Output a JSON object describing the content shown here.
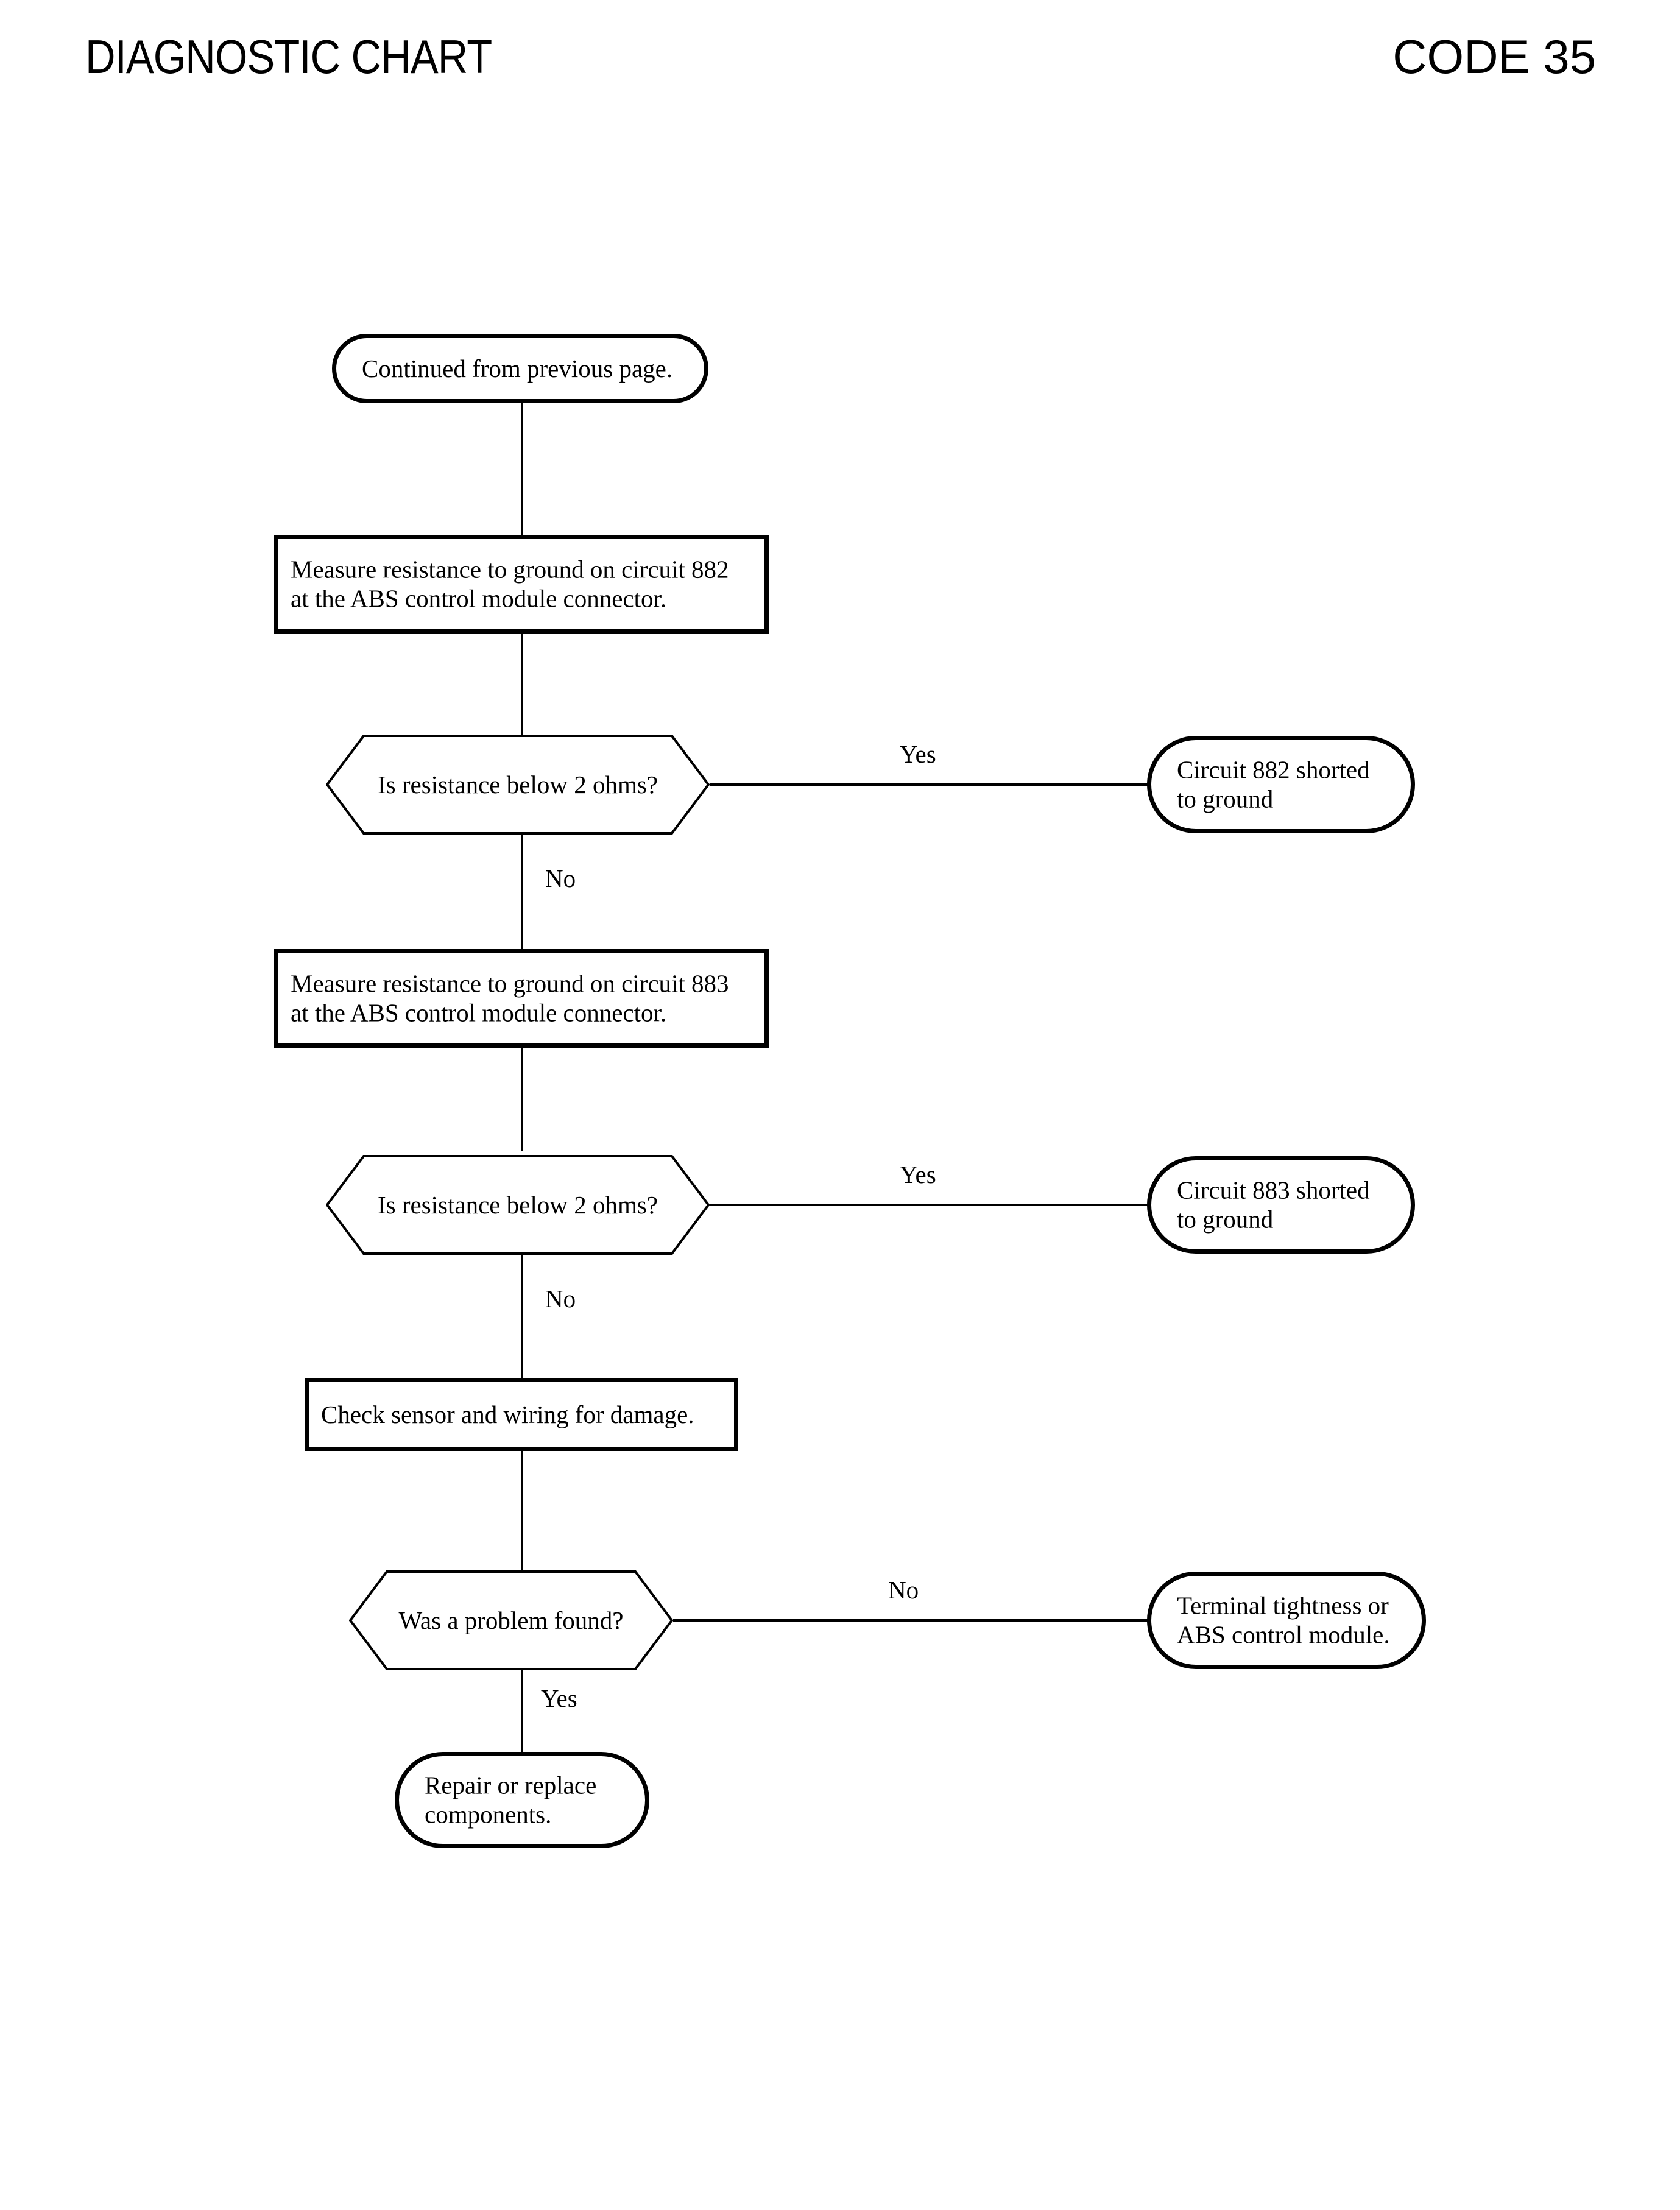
{
  "header": {
    "title": "DIAGNOSTIC CHART",
    "code": "CODE 35"
  },
  "chart_data": {
    "type": "flowchart",
    "title": "DIAGNOSTIC CHART",
    "code": "CODE 35",
    "orientation": "top-to-bottom",
    "node_shapes": {
      "terminal": "stadium",
      "process": "rectangle",
      "decision": "hexagon"
    },
    "nodes": [
      {
        "id": "n1",
        "shape": "terminal",
        "text": "Continued from previous page."
      },
      {
        "id": "n2",
        "shape": "process",
        "text": "Measure resistance to ground on circuit 882\nat the ABS control module connector."
      },
      {
        "id": "n3",
        "shape": "decision",
        "text": "Is resistance below 2 ohms?"
      },
      {
        "id": "n4",
        "shape": "terminal",
        "text": "Circuit 882 shorted\nto ground"
      },
      {
        "id": "n5",
        "shape": "process",
        "text": "Measure resistance to ground on circuit 883\nat the ABS control module connector."
      },
      {
        "id": "n6",
        "shape": "decision",
        "text": "Is resistance below 2 ohms?"
      },
      {
        "id": "n7",
        "shape": "terminal",
        "text": "Circuit 883 shorted\nto ground"
      },
      {
        "id": "n8",
        "shape": "process",
        "text": "Check sensor and wiring for damage."
      },
      {
        "id": "n9",
        "shape": "decision",
        "text": "Was a problem found?"
      },
      {
        "id": "n10",
        "shape": "terminal",
        "text": "Terminal tightness or\nABS control module."
      },
      {
        "id": "n11",
        "shape": "terminal",
        "text": "Repair or replace\ncomponents."
      }
    ],
    "edges": [
      {
        "from": "n1",
        "to": "n2",
        "label": ""
      },
      {
        "from": "n2",
        "to": "n3",
        "label": ""
      },
      {
        "from": "n3",
        "to": "n4",
        "label": "Yes"
      },
      {
        "from": "n3",
        "to": "n5",
        "label": "No"
      },
      {
        "from": "n5",
        "to": "n6",
        "label": ""
      },
      {
        "from": "n6",
        "to": "n7",
        "label": "Yes"
      },
      {
        "from": "n6",
        "to": "n8",
        "label": "No"
      },
      {
        "from": "n8",
        "to": "n9",
        "label": ""
      },
      {
        "from": "n9",
        "to": "n10",
        "label": "No"
      },
      {
        "from": "n9",
        "to": "n11",
        "label": "Yes"
      }
    ]
  },
  "nodes": {
    "n1": {
      "text": "Continued from previous page."
    },
    "n2": {
      "text": "Measure resistance to ground on circuit 882\nat the ABS control module connector."
    },
    "n3": {
      "text": "Is resistance below 2 ohms?"
    },
    "n4": {
      "text": "Circuit 882 shorted\nto ground"
    },
    "n5": {
      "text": "Measure resistance to ground on circuit 883\nat the ABS control module connector."
    },
    "n6": {
      "text": "Is resistance below 2 ohms?"
    },
    "n7": {
      "text": "Circuit 883 shorted\nto ground"
    },
    "n8": {
      "text": "Check sensor and wiring for damage."
    },
    "n9": {
      "text": "Was a problem found?"
    },
    "n10": {
      "text": "Terminal tightness or\nABS control module."
    },
    "n11": {
      "text": "Repair or replace\ncomponents."
    }
  },
  "edge_labels": {
    "yes1": "Yes",
    "no1": "No",
    "yes2": "Yes",
    "no2": "No",
    "no3": "No",
    "yes3": "Yes"
  }
}
